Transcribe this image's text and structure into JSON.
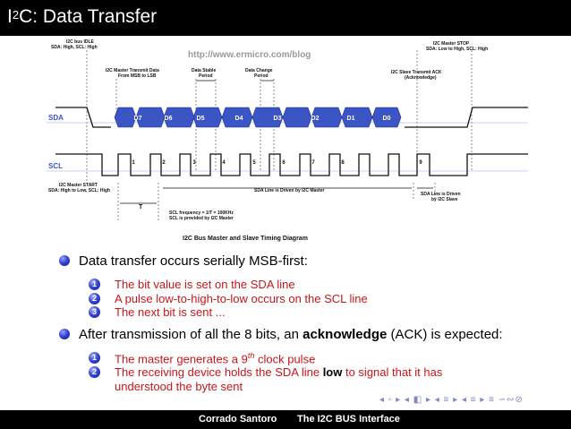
{
  "slide": {
    "title_pre": "I",
    "title_sup": "2",
    "title_post": "C: Data Transfer"
  },
  "diagram": {
    "url": "http://www.ermicro.com/blog",
    "caption": "I2C Bus Master and Slave Timing Diagram",
    "sda_label": "SDA",
    "scl_label": "SCL",
    "data_bits": [
      "D7",
      "D6",
      "D5",
      "D4",
      "D3",
      "D2",
      "D1",
      "D0"
    ],
    "clock_numbers": [
      "1",
      "2",
      "3",
      "4",
      "5",
      "6",
      "7",
      "8",
      "9"
    ],
    "ann_idle_1": "I2C bus IDLE",
    "ann_idle_2": "SDA: High, SCL: High",
    "ann_master_tx_1": "I2C Master Transmit Data",
    "ann_master_tx_2": "From MSB to LSB",
    "ann_stable_1": "Data Stable",
    "ann_stable_2": "Period",
    "ann_change_1": "Data Change",
    "ann_change_2": "Period",
    "ann_stop_1": "I2C Master STOP",
    "ann_stop_2": "SDA: Low to High, SCL: High",
    "ann_ack_1": "I2C Slave Transmit ACK",
    "ann_ack_2": "(Acknowledge)",
    "ann_start_1": "I2C Master START",
    "ann_start_2": "SDA: High to Low, SCL: High",
    "ann_sda_master": "SDA Line is Driven by I2C Master",
    "ann_sda_slave_1": "SDA Line is Driven",
    "ann_sda_slave_2": "by I2C Slave",
    "ann_t": "T",
    "ann_freq_1": "SCL frequency = 1/T = 100KHz",
    "ann_freq_2": "SCL is provided by I2C Master"
  },
  "bullets": {
    "b1": "Data transfer occurs serially MSB-first:",
    "b1_items": [
      "The bit value is set on the SDA line",
      "A pulse low-to-high-to-low occurs on the SCL line",
      "The next bit is sent ..."
    ],
    "b2_pre": "After transmission of all the 8 bits, an ",
    "b2_bold": "acknowledge",
    "b2_post": " (ACK) is expected:",
    "b2_item1_pre": "The master generates a 9",
    "b2_item1_sup": "th",
    "b2_item1_post": " clock pulse",
    "b2_item2_pre": "The receiving device holds the SDA line ",
    "b2_item2_bold": "low",
    "b2_item2_post": " to signal that it has",
    "b2_item2_line2": "understood the byte sent",
    "markers": [
      "1",
      "2",
      "3"
    ]
  },
  "navigation": {
    "symbols": "◂ ▫ ▸ ◂ ◧ ▸ ◂ ≡ ▸ ◂ ≡ ▸ ≡ ∽∾⊘"
  },
  "footer": {
    "author": "Corrado Santoro",
    "talk": "The I2C BUS Interface"
  },
  "colors": {
    "title_bg": "#000000",
    "sub_text": "#c8161a",
    "ball_blue": "#3344d8",
    "signal_blue": "#3b56c4",
    "nav": "#7e86c8"
  }
}
